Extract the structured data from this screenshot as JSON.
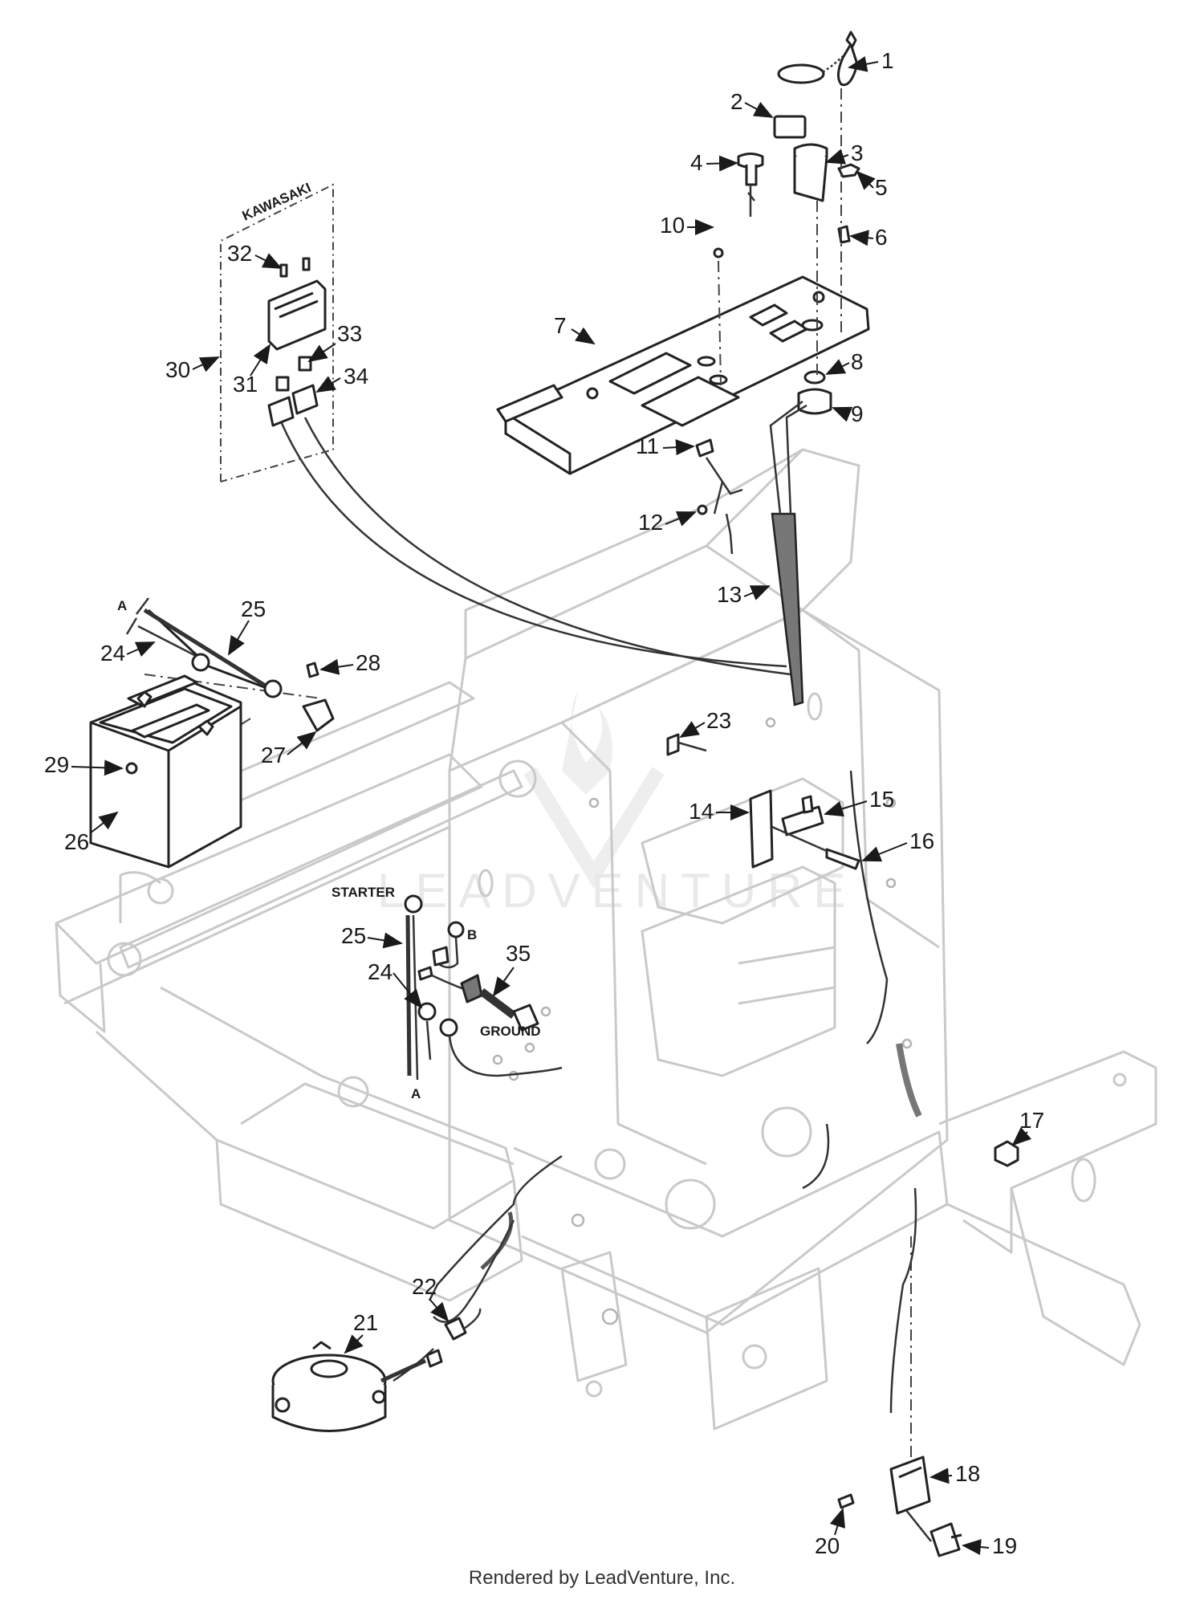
{
  "footer_text": "Rendered by LeadVenture, Inc.",
  "watermark_text": "LEADVENTURE",
  "tags": {
    "kawasaki": "KAWASAKI",
    "starter": "STARTER",
    "ground": "GROUND",
    "b": "B",
    "a_top": "A",
    "a_bottom": "A"
  },
  "callouts": [
    "1",
    "2",
    "3",
    "4",
    "5",
    "6",
    "7",
    "8",
    "9",
    "10",
    "11",
    "12",
    "13",
    "14",
    "15",
    "16",
    "17",
    "18",
    "19",
    "20",
    "21",
    "22",
    "23",
    "24",
    "25",
    "24",
    "25",
    "26",
    "27",
    "28",
    "29",
    "30",
    "31",
    "32",
    "33",
    "34",
    "35"
  ]
}
